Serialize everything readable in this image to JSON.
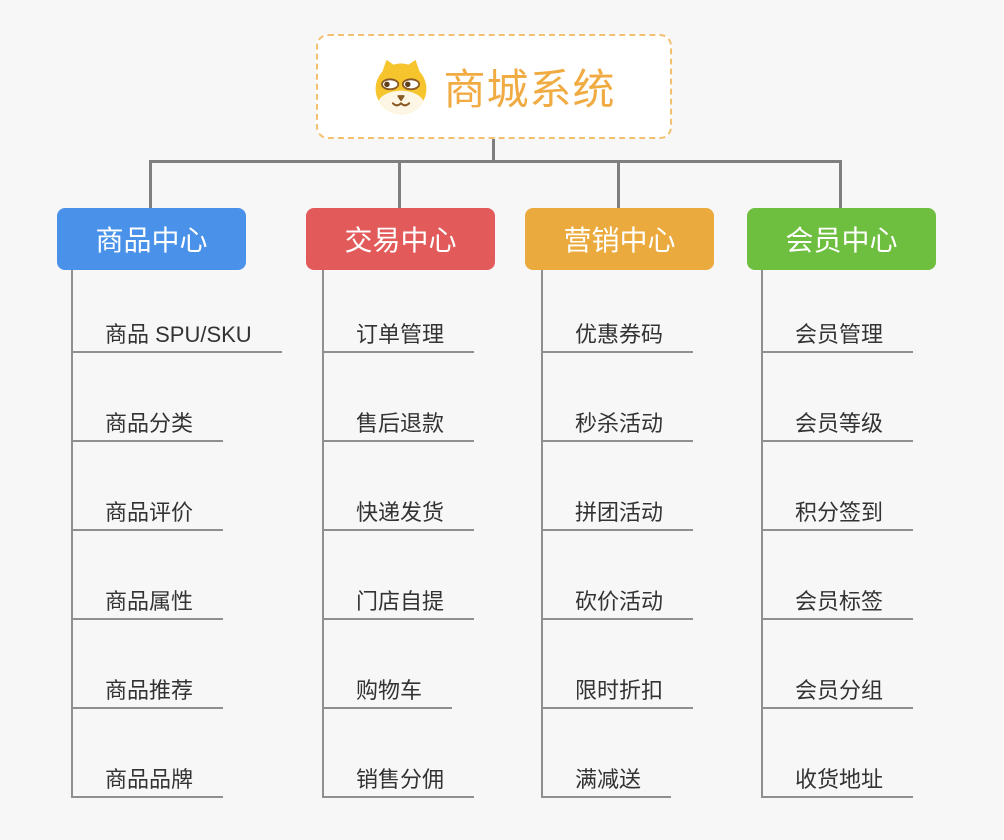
{
  "root": {
    "title": "商城系统",
    "icon": "doge-face-icon"
  },
  "branches": [
    {
      "label": "商品中心",
      "color": "#4a91e9",
      "items": [
        "商品 SPU/SKU",
        "商品分类",
        "商品评价",
        "商品属性",
        "商品推荐",
        "商品品牌"
      ]
    },
    {
      "label": "交易中心",
      "color": "#e25a5a",
      "items": [
        "订单管理",
        "售后退款",
        "快递发货",
        "门店自提",
        "购物车",
        "销售分佣"
      ]
    },
    {
      "label": "营销中心",
      "color": "#ebaa3d",
      "items": [
        "优惠券码",
        "秒杀活动",
        "拼团活动",
        "砍价活动",
        "限时折扣",
        "满减送"
      ]
    },
    {
      "label": "会员中心",
      "color": "#6ebe3f",
      "items": [
        "会员管理",
        "会员等级",
        "积分签到",
        "会员标签",
        "会员分组",
        "收货地址"
      ]
    }
  ],
  "style": {
    "background": "#f7f7f7",
    "root_border": "#f3c06f",
    "root_title_color": "#f0ab42",
    "connector_color": "#7f7f7f",
    "subline_color": "#8f8f8f",
    "subtext_color": "#333333"
  }
}
